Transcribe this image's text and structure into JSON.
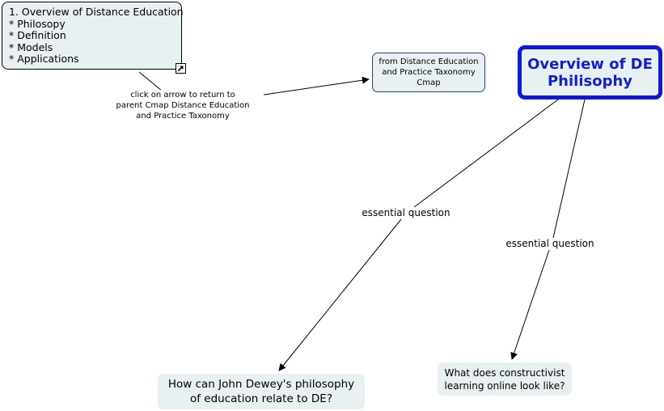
{
  "outline_node": {
    "lines": [
      "1. Overview of Distance Education",
      "* Philosopy",
      "* Definition",
      "* Models",
      "* Applications"
    ],
    "icon": "return-arrow-icon"
  },
  "return_link_label": {
    "lines": [
      "click on arrow to return to",
      "parent Cmap Distance Education",
      "and Practice Taxonomy"
    ]
  },
  "source_node": {
    "lines": [
      "from Distance Education",
      "and Practice Taxonomy",
      "Cmap"
    ]
  },
  "main_node": {
    "lines": [
      "Overview of DE",
      "Philisophy"
    ]
  },
  "link_labels": {
    "left": "essential question",
    "right": "essential question"
  },
  "question_nodes": {
    "dewey": {
      "lines": [
        "How can John Dewey's philosophy",
        "of education relate to DE?"
      ]
    },
    "constructivist": {
      "lines": [
        "What does constructivist",
        "learning online look like?"
      ]
    }
  },
  "colors": {
    "main_border": "#0c1ad6",
    "main_text": "#1420c8",
    "node_fill": "#e8f0f1",
    "source_border": "#2b3a8f"
  }
}
